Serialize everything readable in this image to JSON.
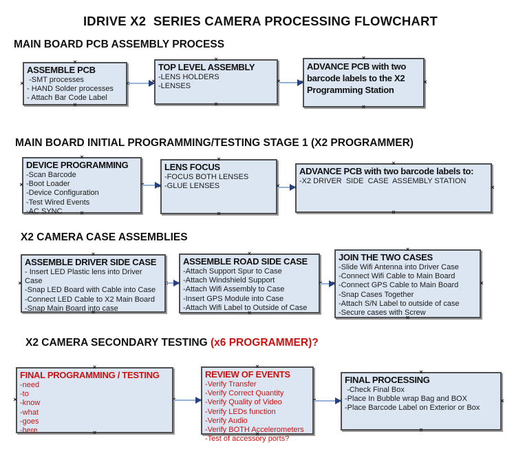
{
  "title": "IDRIVE X2  SERIES CAMERA PROCESSING FLOWCHART",
  "colors": {
    "box_fill": "#dce6f2",
    "box_border": "#4f4f4f",
    "box_shadow": "#9a9a9a",
    "connector_line": "#95b3d7",
    "arrowhead": "#26417e",
    "red_text": "#cc1111",
    "black_text": "#111111"
  },
  "icons": {
    "anchor_mark": "×",
    "arrowhead": "right-triangle"
  },
  "sections": [
    {
      "heading": "MAIN BOARD PCB ASSEMBLY PROCESS",
      "heading_accent": "",
      "boxes": [
        {
          "title": "ASSEMBLE PCB",
          "lines": [
            " -SMT processes",
            "- HAND Solder processes",
            "- Attach Bar Code Label"
          ]
        },
        {
          "title": "TOP LEVEL ASSEMBLY",
          "lines": [
            "-LENS HOLDERS",
            "-LENSES"
          ]
        },
        {
          "title": "ADVANCE PCB with two barcode labels to the X2 Programming Station",
          "lines": []
        }
      ]
    },
    {
      "heading": "MAIN BOARD INITIAL PROGRAMMING/TESTING STAGE 1 (X2 PROGRAMMER)",
      "heading_accent": "",
      "boxes": [
        {
          "title": "DEVICE PROGRAMMING",
          "lines": [
            "-Scan Barcode",
            "-Boot Loader",
            "-Device Configuration",
            "-Test Wired Events",
            "-AC SYNC"
          ]
        },
        {
          "title": "LENS FOCUS",
          "lines": [
            "-FOCUS BOTH LENSES",
            "-GLUE LENSES"
          ]
        },
        {
          "title": "ADVANCE PCB with two barcode labels to:",
          "lines": [
            "-X2 DRIVER  SIDE  CASE  ASSEMBLY STATION"
          ]
        }
      ]
    },
    {
      "heading": "X2 CAMERA CASE ASSEMBLIES",
      "heading_accent": "",
      "boxes": [
        {
          "title": "ASSEMBLE DRIVER SIDE CASE",
          "lines": [
            "- Insert LED Plastic lens into Driver Case",
            "-Snap LED Board with Cable into Case",
            "-Connect LED Cable to X2 Main Board",
            "-Snap Main Board into case"
          ]
        },
        {
          "title": "ASSEMBLE ROAD SIDE CASE",
          "lines": [
            "-Attach Support Spur to Case",
            "-Attach Windshield Support",
            "-Attach Wifi Assembly to Case",
            "-Insert GPS Module into Case",
            "-Attach Wifi Label to Outside of Case"
          ]
        },
        {
          "title": "JOIN THE TWO CASES",
          "lines": [
            "-Slide Wifi Antenna into Driver Case",
            "-Connect Wifi Cable to Main Board",
            "-Connect GPS Cable to Main Board",
            "-Snap Cases Together",
            "-Attach S/N Label to outside of case",
            "-Secure cases with Screw"
          ]
        }
      ]
    },
    {
      "heading": "X2 CAMERA SECONDARY TESTING",
      "heading_accent": " (x6 PROGRAMMER)?",
      "boxes": [
        {
          "title": "FINAL PROGRAMMING / TESTING",
          "lines": [
            "-need",
            "-to",
            "-know",
            "-what",
            "-goes",
            "-here"
          ]
        },
        {
          "title": "REVIEW OF EVENTS",
          "lines": [
            "-Verify Transfer",
            "-Verify Correct Quantity",
            "-Verify Quality of Video",
            "-Verify LEDs function",
            "-Verify Audio",
            "-Verify BOTH Accelerometers",
            "-Test of accessory ports?"
          ]
        },
        {
          "title": "FINAL PROCESSING",
          "lines": [
            " -Check Final Box",
            "-Place In Bubble wrap Bag and BOX",
            "-Place Barcode Label on Exterior or Box"
          ]
        }
      ]
    }
  ]
}
